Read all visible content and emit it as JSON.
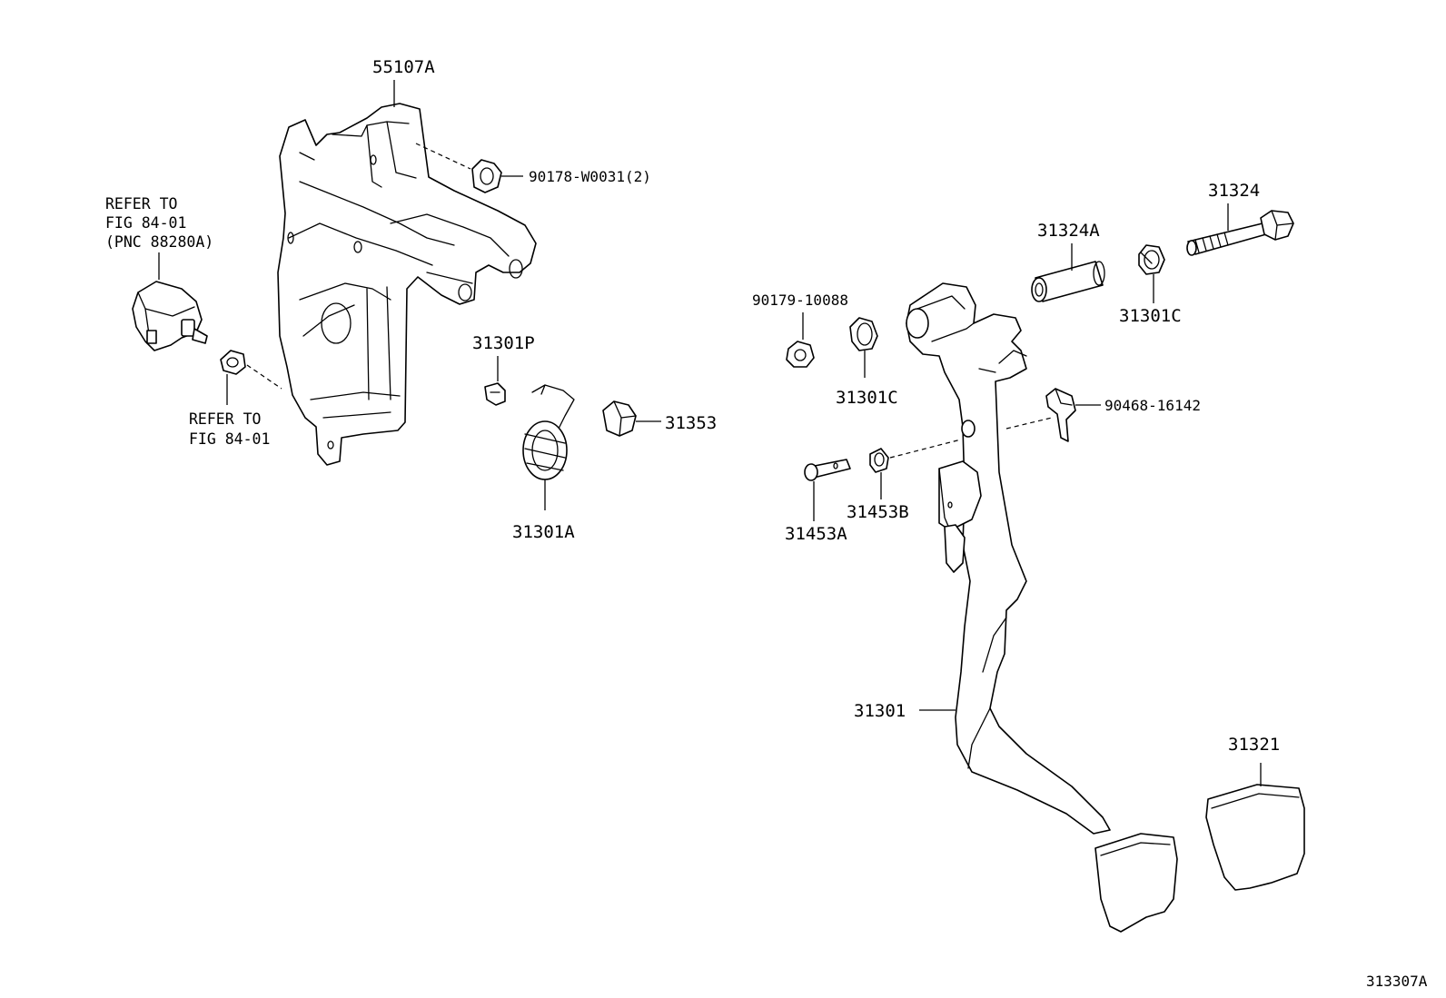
{
  "diagram_id": "313307A",
  "refer_notes": {
    "switch_line1": "REFER TO",
    "switch_line2": "FIG 84-01",
    "switch_line3": "(PNC 88280A)",
    "nut_line1": "REFER TO",
    "nut_line2": "FIG 84-01"
  },
  "parts": {
    "bracket": "55107A",
    "bracket_nut": "90178-W0031(2)",
    "clip": "31301P",
    "spring": "31301A",
    "cushion": "31353",
    "bolt": "31324",
    "collar": "31324A",
    "bushing_right": "31301C",
    "nut_left": "90179-10088",
    "bushing_left": "31301C",
    "retainer_clip": "90468-16142",
    "pin": "31453A",
    "pin_bushing": "31453B",
    "pedal_arm": "31301",
    "pedal_pad": "31321"
  }
}
